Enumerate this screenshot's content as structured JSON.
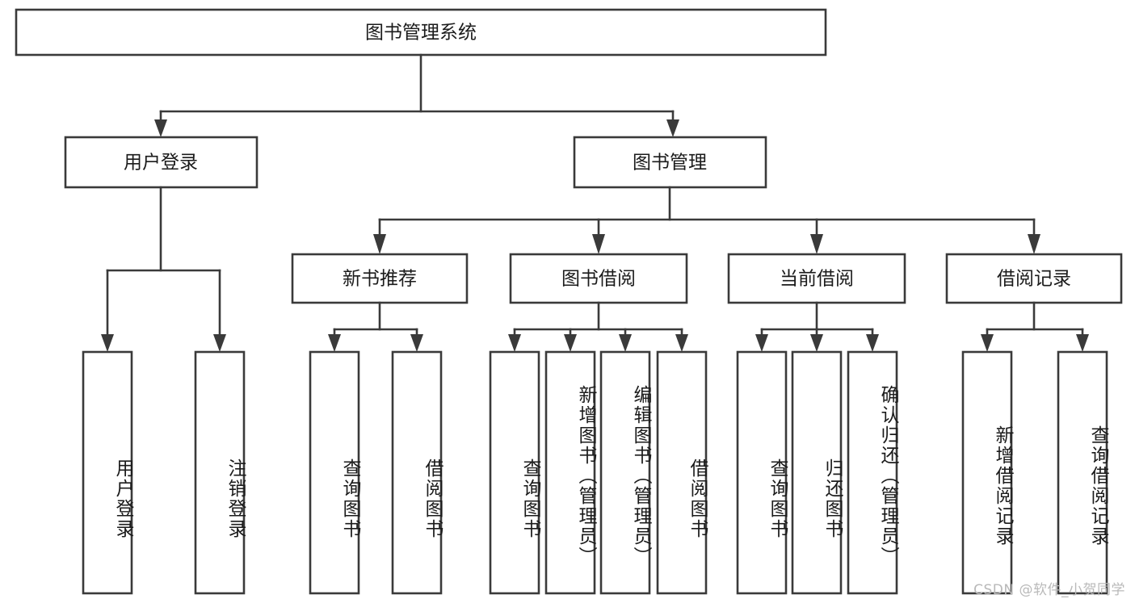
{
  "diagram": {
    "type": "tree-hierarchy-diagram",
    "title": "图书管理系统",
    "orientation": "top-down",
    "box_fill": "#ffffff",
    "box_stroke": "#3a3a3a",
    "text_color": "#1b1b1b",
    "root": {
      "label": "图书管理系统",
      "level": 0
    },
    "level2": [
      {
        "label": "用户登录"
      },
      {
        "label": "图书管理"
      }
    ],
    "level3": [
      {
        "label": "新书推荐"
      },
      {
        "label": "图书借阅"
      },
      {
        "label": "当前借阅"
      },
      {
        "label": "借阅记录"
      }
    ],
    "leaves": {
      "user_login": [
        {
          "label": "用户登录"
        },
        {
          "label": "注销登录"
        }
      ],
      "new_book_recommend": [
        {
          "label": "查询图书"
        },
        {
          "label": "借阅图书"
        }
      ],
      "book_borrow": [
        {
          "label": "查询图书"
        },
        {
          "label": "新增图书（管理员）"
        },
        {
          "label": "编辑图书（管理员）"
        },
        {
          "label": "借阅图书"
        }
      ],
      "current_borrow": [
        {
          "label": "查询图书"
        },
        {
          "label": "归还图书"
        },
        {
          "label": "确认归还（管理员）"
        }
      ],
      "borrow_record": [
        {
          "label": "新增借阅记录"
        },
        {
          "label": "查询借阅记录"
        }
      ]
    },
    "watermark": "CSDN @软件_小贺同学"
  }
}
